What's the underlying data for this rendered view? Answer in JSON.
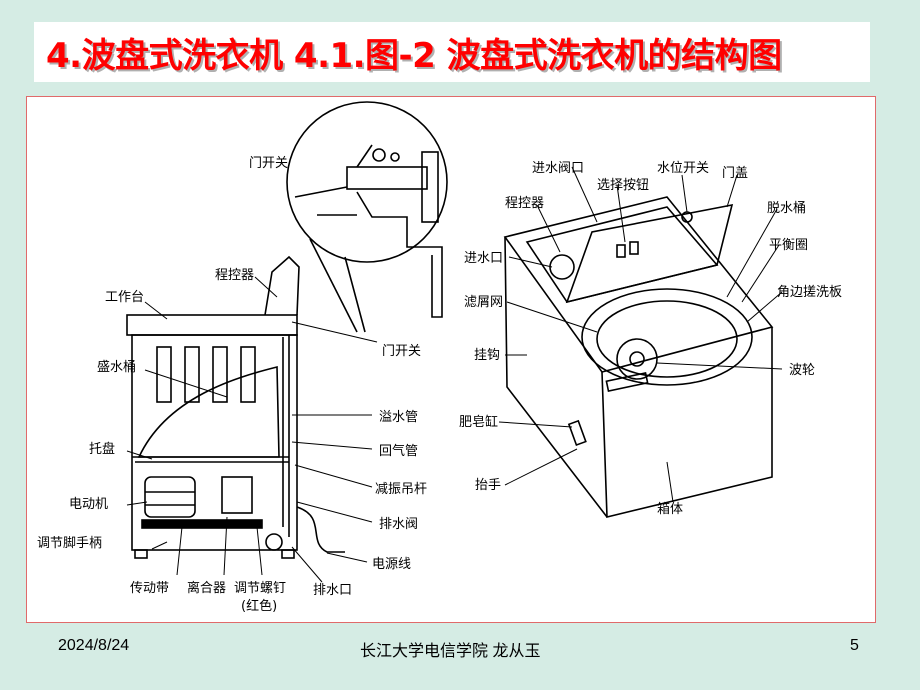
{
  "title": "4.波盘式洗衣机  4.1.图-2 波盘式洗衣机的结构图",
  "left_labels": {
    "door_switch_top": "门开关",
    "programmer": "程控器",
    "worktable": "工作台",
    "water_tub": "盛水桶",
    "tray": "托盘",
    "motor": "电动机",
    "foot_handle": "调节脚手柄",
    "belt": "传动带",
    "clutch": "离合器",
    "adjust_screw": "调节螺钉",
    "red": "(红色)",
    "drain_outlet": "排水口",
    "power_cord": "电源线",
    "drain_valve": "排水阀",
    "damper_rod": "减振吊杆",
    "air_return_pipe": "回气管",
    "overflow_pipe": "溢水管",
    "door_switch": "门开关"
  },
  "right_labels": {
    "inlet_valve": "进水阀口",
    "select_button": "选择按钮",
    "water_level_switch": "水位开关",
    "door_cover": "门盖",
    "programmer": "程控器",
    "spin_tub": "脱水桶",
    "balance_ring": "平衡圈",
    "inlet": "进水口",
    "corner_board": "角边搓洗板",
    "lint_filter": "滤屑网",
    "hook": "挂钩",
    "pulsator": "波轮",
    "soap_box": "肥皂缸",
    "lift_handle": "抬手",
    "cabinet": "箱体"
  },
  "footer": {
    "date": "2024/8/24",
    "author": "长江大学电信学院 龙从玉",
    "page": "5"
  }
}
